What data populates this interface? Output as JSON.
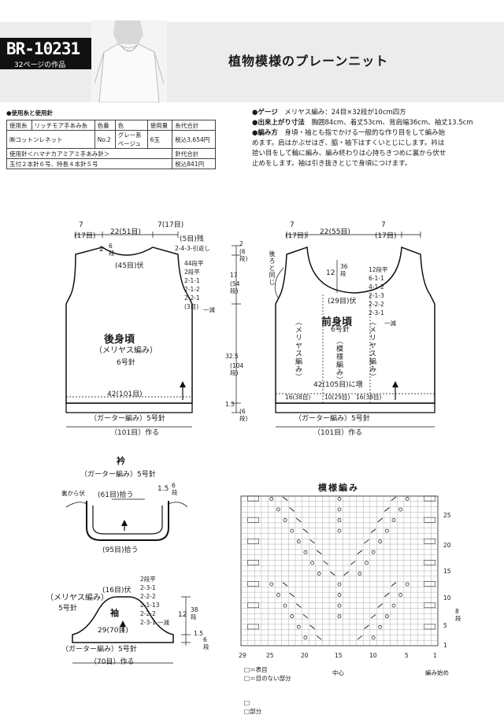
{
  "header": {
    "code": "BR-10231",
    "subtitle": "32ページの作品",
    "title": "植物模様のプレーンニット"
  },
  "materials": {
    "heading": "●使用糸と使用針",
    "columns": [
      "使用糸",
      "リッチモア手あみ糸",
      "色番",
      "色",
      "使用量",
      "糸代合計"
    ],
    "yarn": {
      "brand": "㈱コットンレネット",
      "color_no": "No.2",
      "color": "グレー系ベージュ",
      "amount": "6玉",
      "price": "税込3,654円"
    },
    "needle_header": "使用針＜ハマナカアミアミ手あみ針＞",
    "needle_price_header": "針代合計",
    "needles": "玉付２本針６号、特長４本針５号",
    "needle_price": "税込841円"
  },
  "specs": {
    "gauge_label": "●ゲージ",
    "gauge": "メリヤス編み：24目×32段が10cm四方",
    "size_label": "●出来上がり寸法",
    "size": "胸囲84cm、着丈53cm、背肩幅36cm、袖丈13.5cm",
    "method_label": "●編み方",
    "method_lines": [
      "身頃・袖とも指でかける一般的な作り目をして編み始",
      "めます。肩はかぶせはぎ、脇・袖下はすくいとじにします。衿は",
      "拾い目をして輪に編み、編み終わりは心持ちきつめに裏から伏せ",
      "止めをします。袖は引き抜きとじで身頃につけます。"
    ]
  },
  "back": {
    "title": "後身頃",
    "stitch": "（メリヤス編み）",
    "needle": "6号針",
    "top_left": "7",
    "top_left_st": "(17目)",
    "top_mid": "22(51目)",
    "top_right": "7(17目)",
    "neck_st": "(45目)伏",
    "neck_rows": "2",
    "neck_rows_unit": "6段",
    "shoulder_a": "(5目)残",
    "shoulder_b": "2-4-3-引返し",
    "arm": [
      "44段平",
      "2段平",
      "2-1-1",
      "2-1-2",
      "2-2-1",
      "(3目)",
      "一減"
    ],
    "width": "42(101目)",
    "hem": "（ガーター編み）5号針",
    "cast_on": "（101目）作る",
    "dim_top": "2",
    "dim_top_unit": "(6段)",
    "dim_arm": "17",
    "dim_arm_unit": "(54段)",
    "dim_body": "32.5",
    "dim_body_unit": "(104段)",
    "dim_hem": "1.5",
    "dim_hem_unit": "(6段)"
  },
  "front": {
    "title": "前身頃",
    "needle": "6号針",
    "stitch_left": "（メリヤス編み）",
    "stitch_center": "（模様編み）",
    "stitch_right": "（メリヤス編み）",
    "top_left": "7",
    "top_left_st": "(17目)",
    "top_mid": "22(55目)",
    "top_right": "7",
    "top_right_st": "(17目)",
    "neck_depth": "12",
    "neck_rows": "36段",
    "neck_st": "(29目)伏",
    "side_note": "後ろと同じ",
    "arm": [
      "12段平",
      "6-1-1",
      "4-1-2",
      "2-1-3",
      "2-2-2",
      "2-3-1",
      "一減"
    ],
    "width": "42(105目)に増",
    "split_left": "16(38目)",
    "split_mid": "10(29目)",
    "split_right": "16(38目)",
    "hem": "（ガーター編み）5号針",
    "cast_on": "（101目）作る"
  },
  "collar": {
    "title": "衿",
    "stitch": "（ガーター編み）5号針",
    "pick_top": "(61目)拾う",
    "from_back": "裏から伏",
    "rows": "1.5",
    "rows_unit": "6段",
    "pick_bottom": "(95目)拾う"
  },
  "sleeve": {
    "title": "袖",
    "stitch": "（メリヤス編み）",
    "needle": "5号針",
    "top_st": "(16目)伏",
    "shaping": [
      "2段平",
      "2-3-1",
      "2-2-2",
      "2-1-13",
      "2-2-2",
      "2-3-1"
    ],
    "shaping_tail": "一減",
    "cap_height": "12",
    "cap_rows": "38段",
    "width": "29(70目)",
    "hem_rows": "1.5",
    "hem_rows_unit": "6段",
    "hem": "（ガーター編み）5号針",
    "cast_on": "（70目）作る"
  },
  "chart": {
    "title": "模様編み",
    "x_labels": [
      "29",
      "25",
      "20",
      "15",
      "10",
      "5",
      "1"
    ],
    "y_labels": [
      "25",
      "20",
      "15",
      "10",
      "5",
      "1"
    ],
    "center_label": "中心",
    "start_label": "編み始め",
    "repeat_label": "8段",
    "legend": [
      "□＝表目",
      "□＝目のない部分"
    ],
    "footnote": [
      "□",
      "□部分"
    ]
  }
}
